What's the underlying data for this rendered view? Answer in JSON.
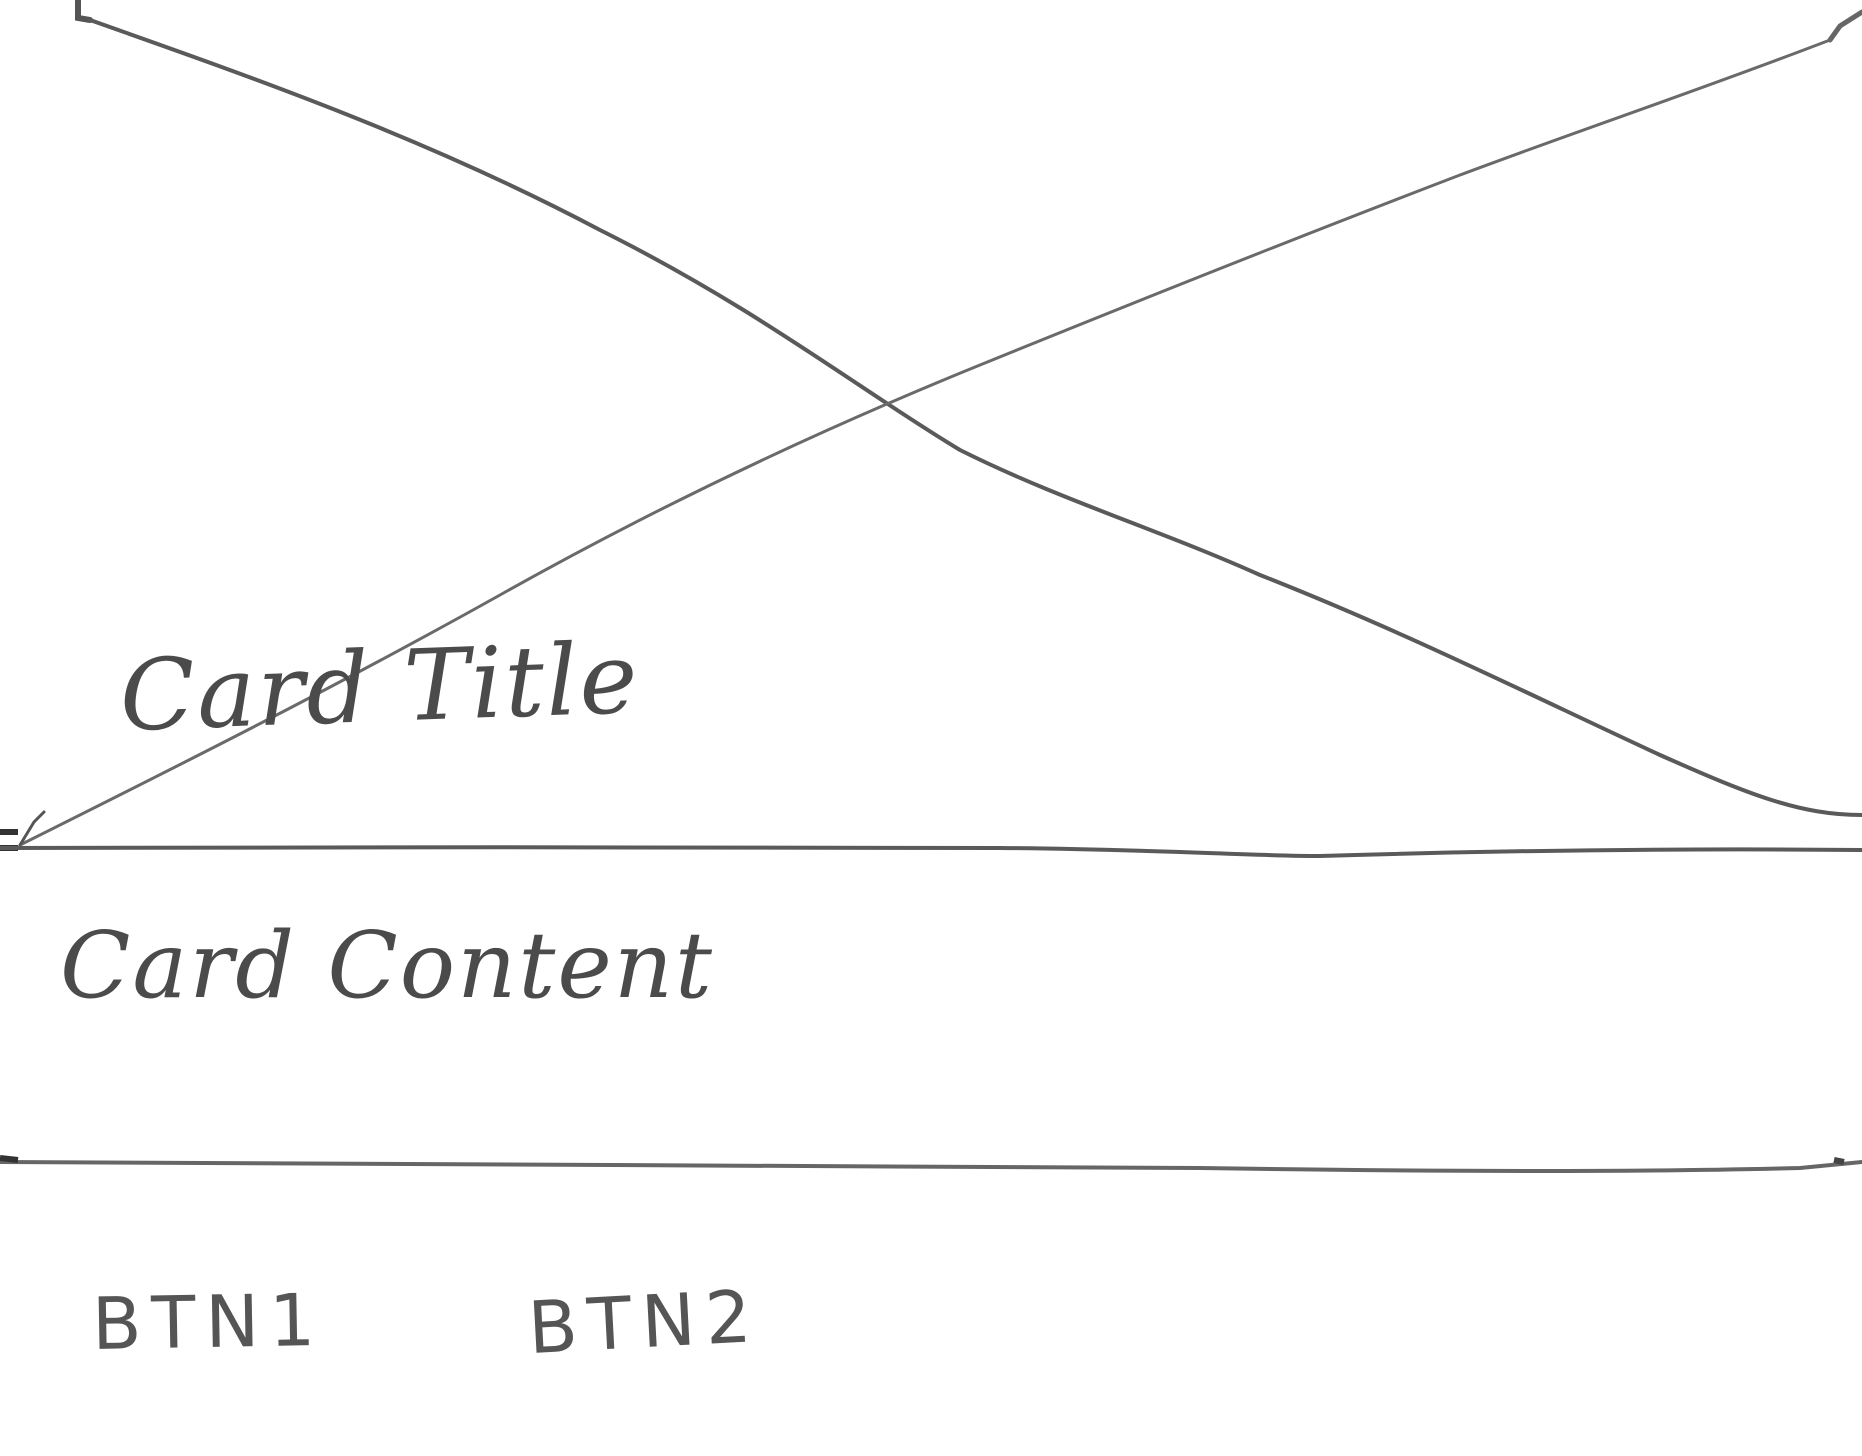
{
  "card": {
    "title": "Card Title",
    "content": "Card Content",
    "actions": [
      "BTN1",
      "BTN2"
    ]
  },
  "colors": {
    "paper": "#ffffff",
    "pencil": "#5a5a5a"
  },
  "icons": {
    "media": "image-placeholder-icon"
  }
}
